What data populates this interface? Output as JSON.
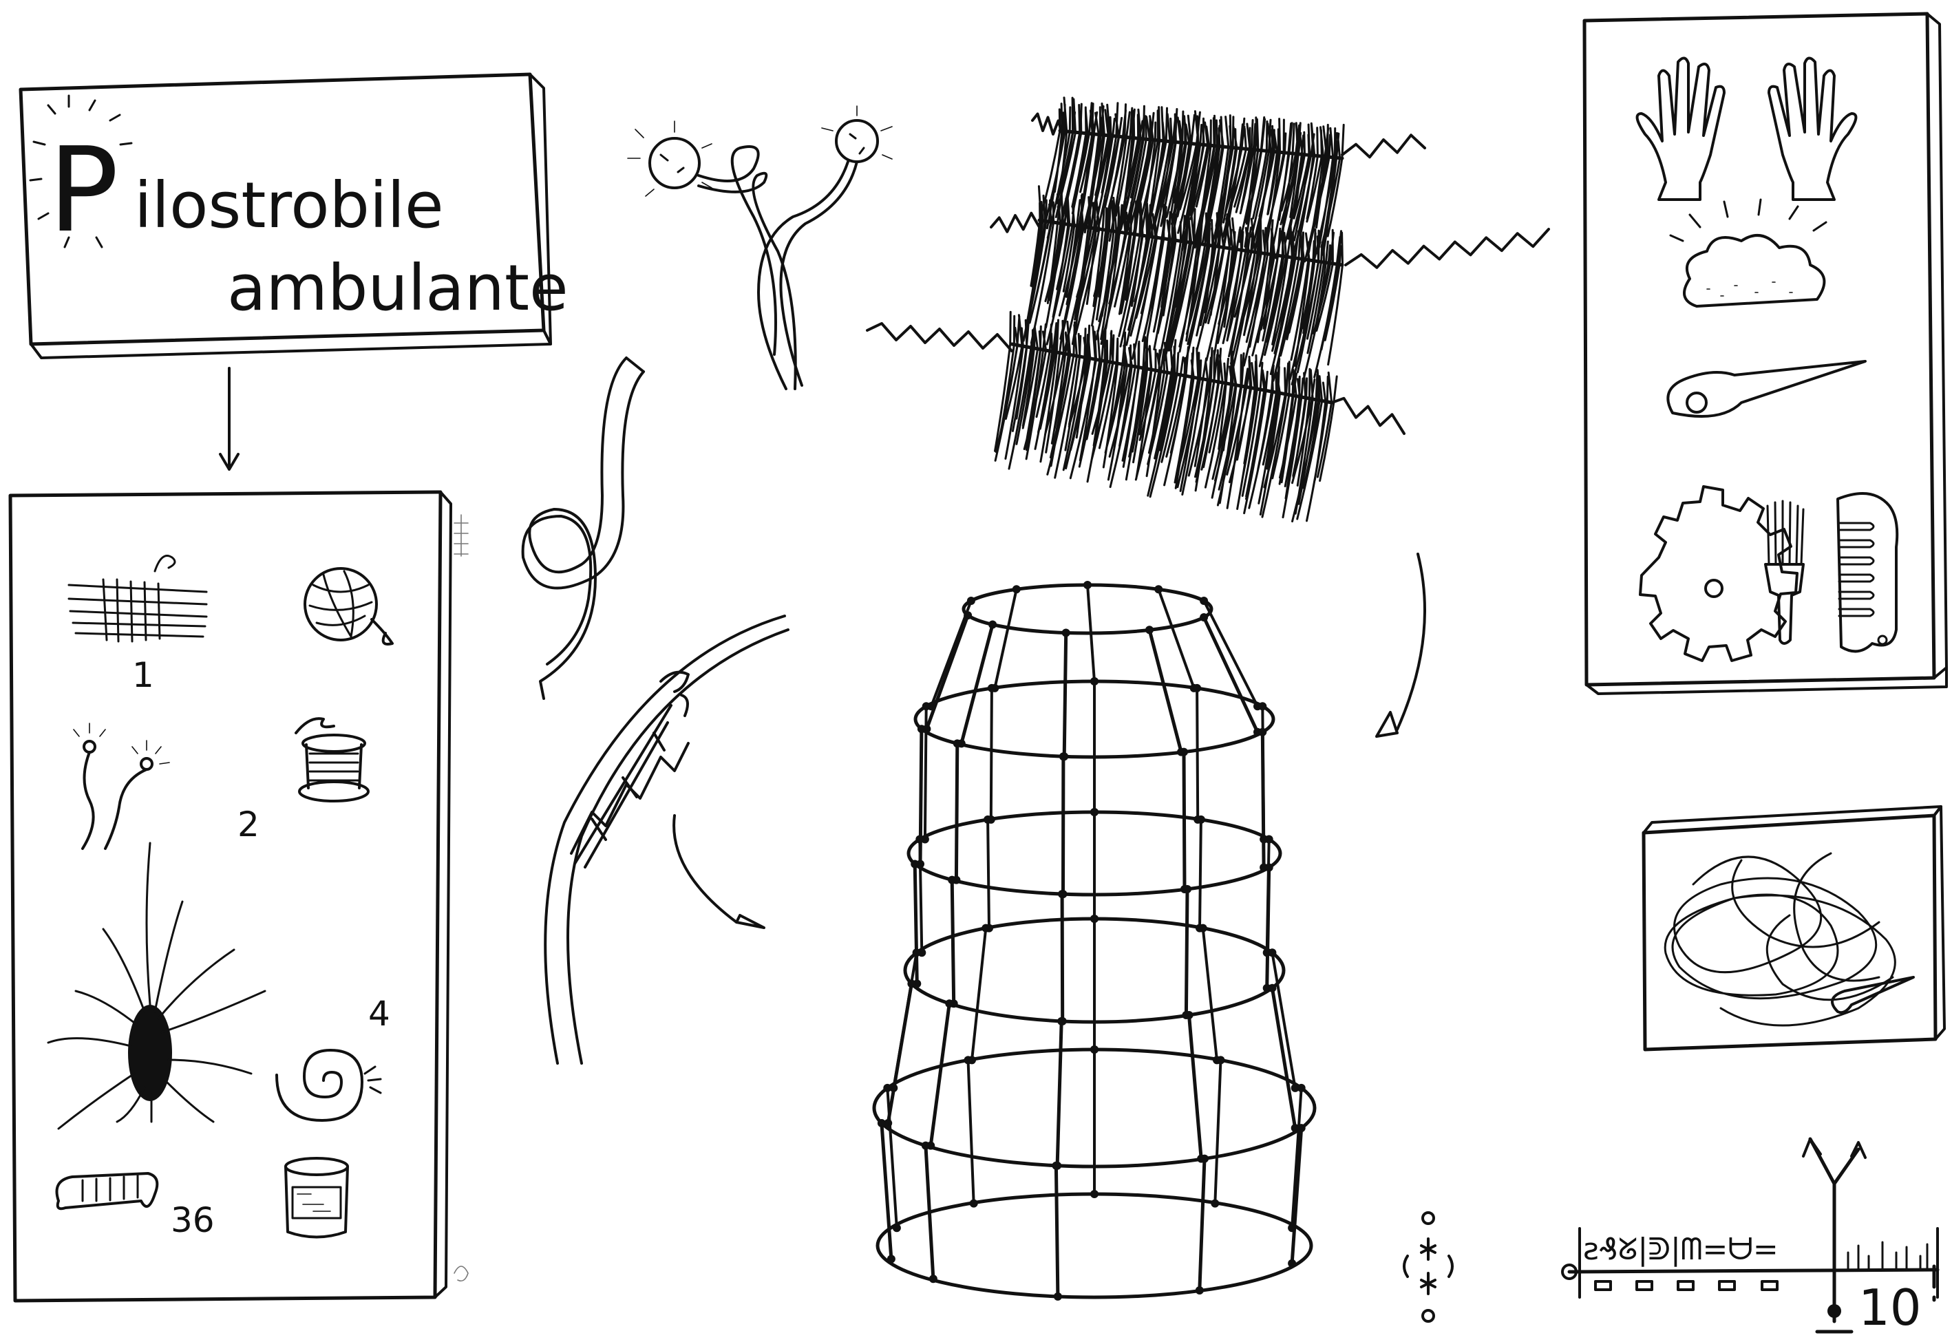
{
  "title": {
    "initial": "P",
    "line1": "ilostrobile",
    "line2": "ambulante"
  },
  "inventory_numbers": {
    "rope_bundle": "1",
    "sprouts": "2",
    "spiral": "4",
    "scroll": "36"
  },
  "counter": {
    "value": "10",
    "glyph_row": "ꙅ₰ᘜ|ᕲ|ᗰ=ᗨ="
  },
  "icons": [
    "title-panel",
    "down-arrow",
    "inventory-panel",
    "rope-bundle-icon",
    "yarn-ball-icon",
    "sprout-pair-icon",
    "thread-spool-icon",
    "hair-tuft-icon",
    "spiral-icon",
    "rolled-scroll-icon",
    "tin-can-icon",
    "ribbon-loop",
    "twin-stem-creature",
    "hair-fringe-layers",
    "wrapped-arc",
    "curved-arrow",
    "cylinder-tower-frame",
    "tools-panel",
    "left-hand-icon",
    "right-hand-icon",
    "cloud-puff-icon",
    "needle-icon",
    "cog-wheel-icon",
    "brush-icon",
    "comb-icon",
    "scribble-panel",
    "dotted-symbol",
    "scale-counter"
  ]
}
